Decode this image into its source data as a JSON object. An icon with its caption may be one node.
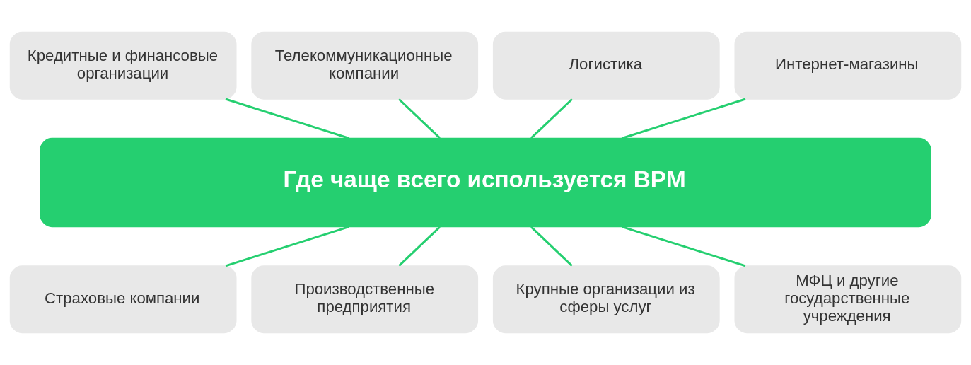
{
  "diagram": {
    "nodes": [
      {
        "text": [
          "Кредитные и финансовые организации"
        ]
      },
      {
        "text": [
          "Телекоммуникационные компании"
        ]
      },
      {
        "text": [
          "Логистика"
        ]
      },
      {
        "text": [
          "Интернет-магазины"
        ]
      },
      {
        "text": [
          "Где чаще всего используется BPM"
        ]
      },
      {
        "text": [
          "Страховые компании"
        ]
      },
      {
        "text": [
          "Производственные предприятия"
        ]
      },
      {
        "text": [
          "Крупные организации из сферы услуг"
        ]
      },
      {
        "text": [
          "МФЦ и другие государственные учреждения"
        ]
      }
    ],
    "edges": [
      {
        "from": 0,
        "to": 4,
        "arrow": "none"
      },
      {
        "from": 1,
        "to": 4,
        "arrow": "none"
      },
      {
        "from": 2,
        "to": 4,
        "arrow": "none"
      },
      {
        "from": 3,
        "to": 4,
        "arrow": "none"
      },
      {
        "from": 4,
        "to": 5,
        "arrow": "none"
      },
      {
        "from": 4,
        "to": 6,
        "arrow": "none"
      },
      {
        "from": 4,
        "to": 7,
        "arrow": "none"
      },
      {
        "from": 4,
        "to": 8,
        "arrow": "none"
      }
    ]
  }
}
